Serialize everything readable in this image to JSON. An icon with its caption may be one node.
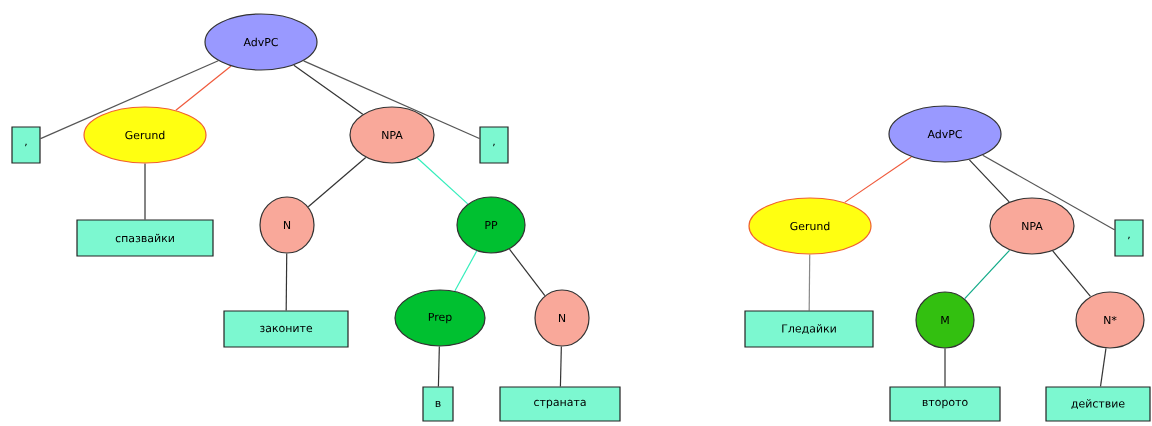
{
  "diagram": {
    "nodes": [
      {
        "text": [
          "AdvPC"
        ]
      },
      {
        "text": [
          ","
        ]
      },
      {
        "text": [
          "Gerund"
        ]
      },
      {
        "text": [
          "спазвайки"
        ]
      },
      {
        "text": [
          "NPA"
        ]
      },
      {
        "text": [
          ","
        ]
      },
      {
        "text": [
          "N"
        ]
      },
      {
        "text": [
          "законите"
        ]
      },
      {
        "text": [
          "PP"
        ]
      },
      {
        "text": [
          "Prep"
        ]
      },
      {
        "text": [
          "N"
        ]
      },
      {
        "text": [
          "в"
        ]
      },
      {
        "text": [
          "страната"
        ]
      },
      {
        "text": [
          "AdvPC"
        ]
      },
      {
        "text": [
          "Gerund"
        ]
      },
      {
        "text": [
          "Гледайки"
        ]
      },
      {
        "text": [
          "NPA"
        ]
      },
      {
        "text": [
          ","
        ]
      },
      {
        "text": [
          "M"
        ]
      },
      {
        "text": [
          "N*"
        ]
      },
      {
        "text": [
          "второто"
        ]
      },
      {
        "text": [
          "действие"
        ]
      }
    ],
    "edges": [
      {
        "from": 0,
        "to": 1,
        "arrow": "none",
        "color": "#555555"
      },
      {
        "from": 0,
        "to": 2,
        "arrow": "none",
        "color": "#f05a3c"
      },
      {
        "from": 0,
        "to": 4,
        "arrow": "none"
      },
      {
        "from": 0,
        "to": 5,
        "arrow": "none",
        "color": "#555555"
      },
      {
        "from": 2,
        "to": 3,
        "arrow": "none"
      },
      {
        "from": 4,
        "to": 6,
        "arrow": "none"
      },
      {
        "from": 4,
        "to": 8,
        "arrow": "none",
        "color": "#33eebb"
      },
      {
        "from": 6,
        "to": 7,
        "arrow": "none"
      },
      {
        "from": 8,
        "to": 9,
        "arrow": "none",
        "color": "#33eebb"
      },
      {
        "from": 8,
        "to": 10,
        "arrow": "none"
      },
      {
        "from": 9,
        "to": 11,
        "arrow": "none"
      },
      {
        "from": 10,
        "to": 12,
        "arrow": "none"
      },
      {
        "from": 13,
        "to": 14,
        "arrow": "none",
        "color": "#f05a3c"
      },
      {
        "from": 13,
        "to": 16,
        "arrow": "none"
      },
      {
        "from": 13,
        "to": 17,
        "arrow": "none",
        "color": "#555555"
      },
      {
        "from": 14,
        "to": 15,
        "arrow": "none",
        "color": "#888888"
      },
      {
        "from": 16,
        "to": 18,
        "arrow": "none",
        "color": "#11aa88"
      },
      {
        "from": 16,
        "to": 19,
        "arrow": "none"
      },
      {
        "from": 18,
        "to": 20,
        "arrow": "none"
      },
      {
        "from": 19,
        "to": 21,
        "arrow": "none"
      }
    ]
  }
}
